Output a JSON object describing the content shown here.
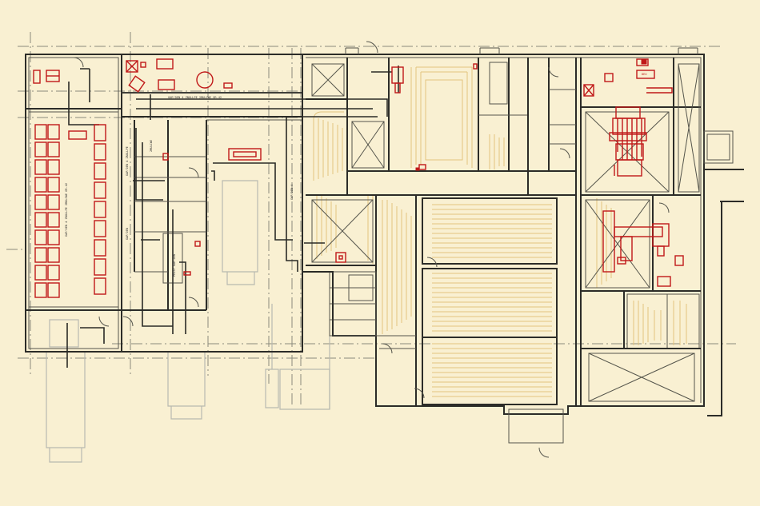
{
  "colors": {
    "background": "#f9f0d2",
    "walls": "#2c2c28",
    "equipment": "#c01818",
    "underfloor_heating": "#e2c37e",
    "ghost_outline": "#b8b9b0"
  },
  "drawing": {
    "labels": [
      {
        "name": "label-corridor-top",
        "text": "GAR'DEN 4 ZNULLPE 2MULCWE GR.42"
      },
      {
        "name": "label-corridor-storage",
        "text": "GAR'DEN 4 ZNULLPE 2MULCWE GR.42"
      },
      {
        "name": "label-vertical-1",
        "text": "GAR'DEN 4 ZNULLPE"
      },
      {
        "name": "label-vertical-2",
        "text": "GAR'DEN"
      },
      {
        "name": "label-vertical-3",
        "text": "2MULCWE"
      },
      {
        "name": "label-vertical-4",
        "text": "PRIST GAR'DEN"
      },
      {
        "name": "label-vertical-5",
        "text": "GAR'DEN 4"
      },
      {
        "name": "label-equipment-room",
        "text": "DEU"
      }
    ]
  }
}
